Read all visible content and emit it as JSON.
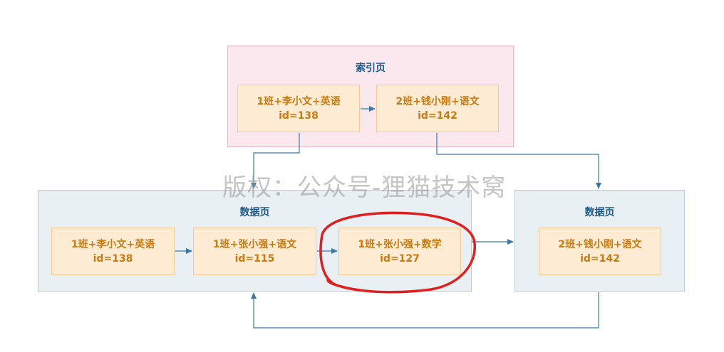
{
  "index_page": {
    "title": "索引页",
    "records": [
      {
        "name": "1班+李小文+英语",
        "id": "id=138"
      },
      {
        "name": "2班+钱小刚+语文",
        "id": "id=142"
      }
    ]
  },
  "data_pages": [
    {
      "title": "数据页",
      "records": [
        {
          "name": "1班+李小文+英语",
          "id": "id=138"
        },
        {
          "name": "1班+张小强+语文",
          "id": "id=115"
        },
        {
          "name": "1班+张小强+数学",
          "id": "id=127"
        }
      ]
    },
    {
      "title": "数据页",
      "records": [
        {
          "name": "2班+钱小刚+语文",
          "id": "id=142"
        }
      ]
    }
  ],
  "watermark": "版权：公众号-狸猫技术窝",
  "colors": {
    "index_panel_bg": "#fbe8ee",
    "data_panel_bg": "#e8f0f4",
    "record_bg": "#fdebd3",
    "record_text": "#c97a10",
    "arrow": "#3a78a8",
    "highlight": "#e02020"
  }
}
